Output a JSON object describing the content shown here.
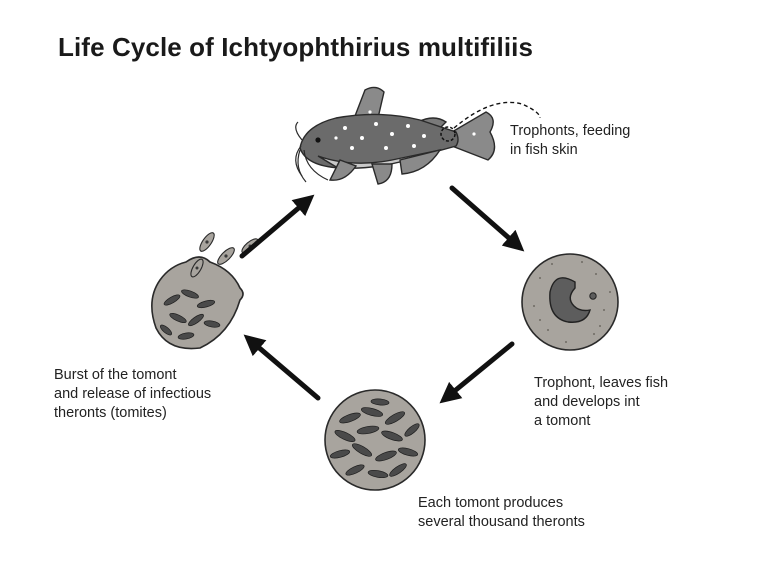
{
  "title": "Life Cycle of Ichtyophthirius multifiliis",
  "stages": [
    {
      "id": "trophont-feeding",
      "lines": [
        "Trophonts, feeding",
        "in fish skin"
      ]
    },
    {
      "id": "tomont-forming",
      "lines": [
        "Trophont, leaves fish",
        "and develops int",
        "a tomont"
      ]
    },
    {
      "id": "tomont-dividing",
      "lines": [
        "Each tomont produces",
        "several thousand theronts"
      ]
    },
    {
      "id": "tomont-burst",
      "lines": [
        "Burst of the tomont",
        "and release of infectious",
        "theronts (tomites)"
      ]
    }
  ],
  "colors": {
    "fish_body": "#6b6b6b",
    "fish_belly": "#c9c9c9",
    "cell_fill": "#a8a49e",
    "nucleus": "#5d5d5d",
    "arrow": "#111111"
  }
}
